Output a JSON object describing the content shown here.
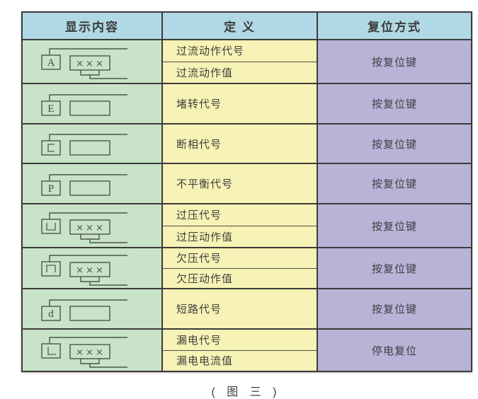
{
  "page": {
    "caption": "( 图 三 )"
  },
  "colors": {
    "header_bg": "#b0d9e5",
    "display_column_bg": "#c8e3c7",
    "definition_column_bg": "#f7f2b5",
    "reset_column_bg": "#b7b4d7",
    "border": "#3b3b3b"
  },
  "table": {
    "headers": {
      "display": "显示内容",
      "definition": "定 义",
      "reset": "复位方式"
    },
    "rows": [
      {
        "display": {
          "code": "A",
          "value": "×××"
        },
        "definitions": [
          "过流动作代号",
          "过流动作值"
        ],
        "reset": "按复位键"
      },
      {
        "display": {
          "code": "E",
          "value": ""
        },
        "definitions": [
          "堵转代号"
        ],
        "reset": "按复位键"
      },
      {
        "display": {
          "code": "C",
          "value": ""
        },
        "definitions": [
          "断相代号"
        ],
        "reset": "按复位键"
      },
      {
        "display": {
          "code": "P",
          "value": ""
        },
        "definitions": [
          "不平衡代号"
        ],
        "reset": "按复位键"
      },
      {
        "display": {
          "code": "凵",
          "value": "×××"
        },
        "definitions": [
          "过压代号",
          "过压动作值"
        ],
        "reset": "按复位键"
      },
      {
        "display": {
          "code": "冂",
          "value": "×××"
        },
        "definitions": [
          "欠压代号",
          "欠压动作值"
        ],
        "reset": "按复位键"
      },
      {
        "display": {
          "code": "d",
          "value": ""
        },
        "definitions": [
          "短路代号"
        ],
        "reset": "按复位键"
      },
      {
        "display": {
          "code": "L",
          "value": "×××"
        },
        "definitions": [
          "漏电代号",
          "漏电电流值"
        ],
        "reset": "停电复位"
      }
    ]
  }
}
